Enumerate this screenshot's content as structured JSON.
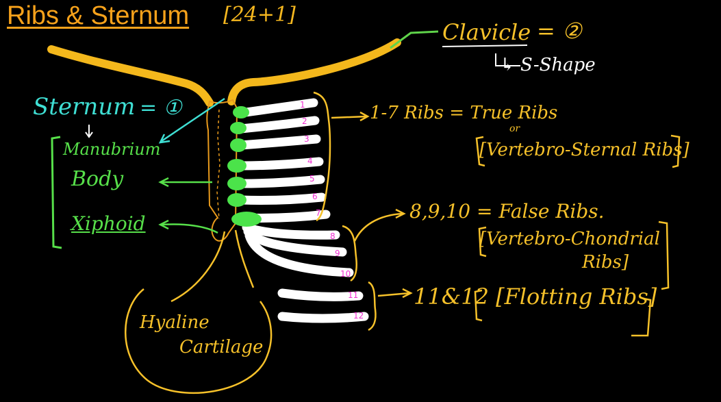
{
  "title": "Ribs & Sternum",
  "title_count": "[24+1]",
  "clavicle": {
    "label": "Clavicle",
    "count": "= ②",
    "shape": "↳ S-Shape"
  },
  "sternum": {
    "label": "Sternum",
    "count": "= ①",
    "parts": [
      "Manubrium",
      "Body",
      "Xiphoid"
    ]
  },
  "rib_numbers": [
    "1",
    "2",
    "3",
    "4",
    "5",
    "6",
    "7",
    "8",
    "9",
    "10",
    "11",
    "12"
  ],
  "true_ribs": {
    "label": "1-7 Ribs = True Ribs",
    "or": "or",
    "alt": "[Vertebro-Sternal Ribs]"
  },
  "false_ribs": {
    "label": "8,9,10 = False Ribs.",
    "alt_line1": "[Vertebro-Chondrial",
    "alt_line2": "Ribs]"
  },
  "floating_ribs": {
    "label": "11&12 [Flotting Ribs]"
  },
  "cartilage": {
    "line1": "Hyaline",
    "line2": "Cartilage"
  },
  "colors": {
    "background": "#000000",
    "bone": "#f4b81c",
    "rib": "#ffffff",
    "cartilage": "#4be34a",
    "sternum_outline": "#e89a1c",
    "annotation": "#f6c12a",
    "sternum_label": "#3fdfd4",
    "parts_label": "#57e04a",
    "rib_numbers": "#f02fd2"
  }
}
